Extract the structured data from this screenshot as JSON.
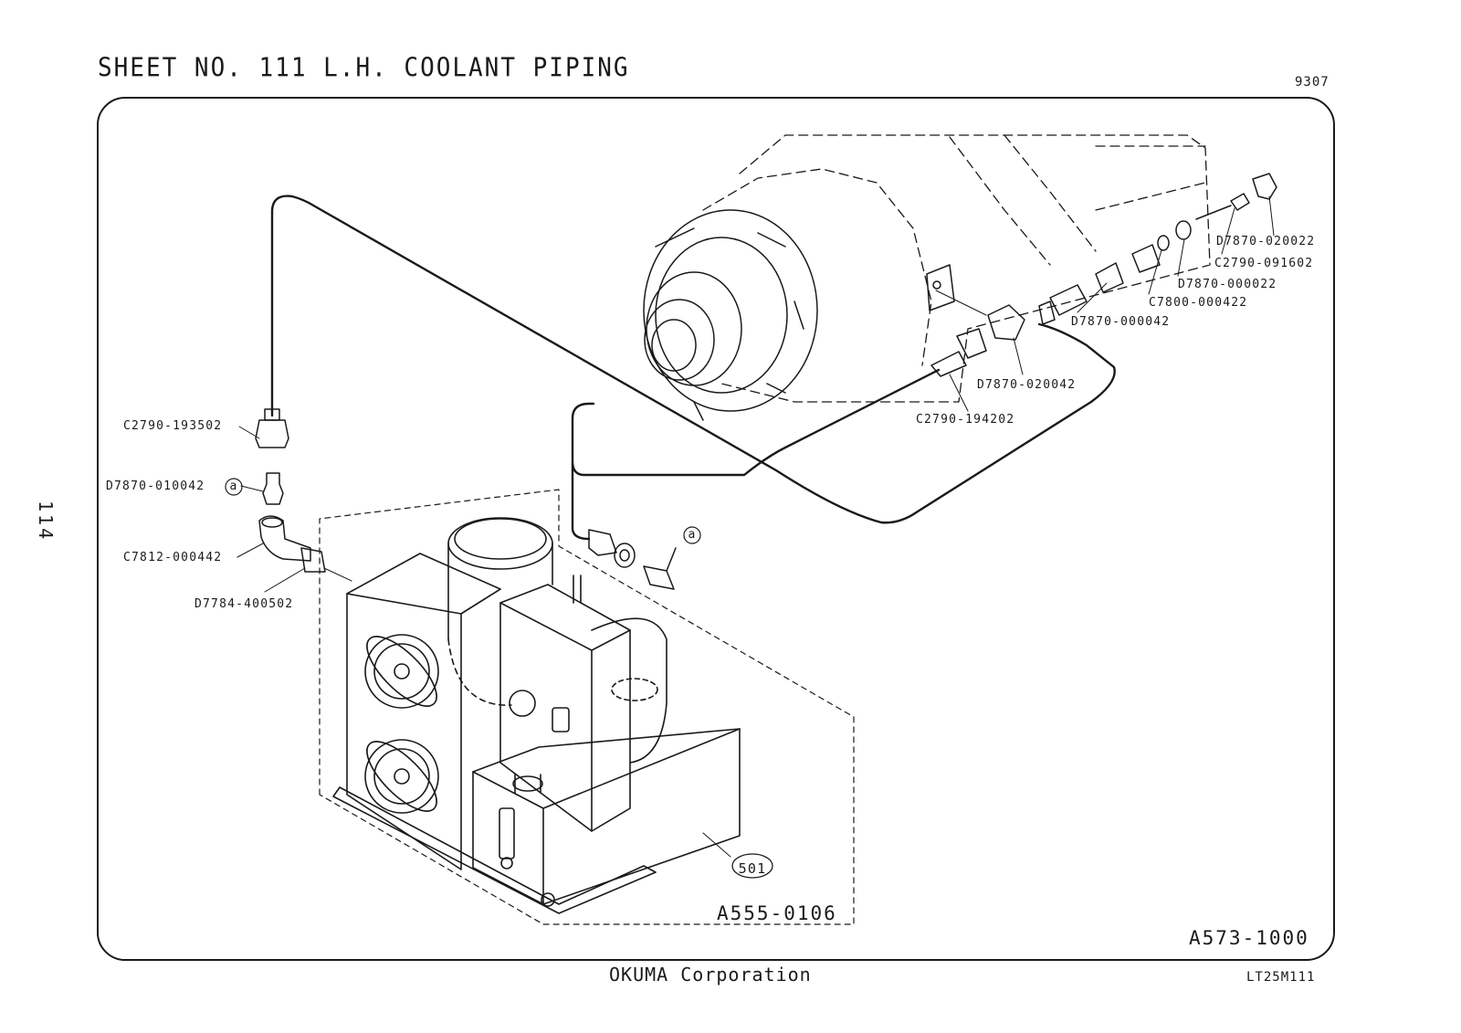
{
  "header": {
    "title": "SHEET NO. 111  L.H. COOLANT PIPING",
    "code_top_right": "9307",
    "page_number": "114"
  },
  "callouts": [
    {
      "id": "p1",
      "label": "D7870-020022"
    },
    {
      "id": "p2",
      "label": "C2790-091602"
    },
    {
      "id": "p3",
      "label": "D7870-000022"
    },
    {
      "id": "p4",
      "label": "C7800-000422"
    },
    {
      "id": "p5",
      "label": "D7870-000042"
    },
    {
      "id": "p6",
      "label": "D7870-020042"
    },
    {
      "id": "p7",
      "label": "C2790-194202"
    },
    {
      "id": "p8",
      "label": "C2790-193502"
    },
    {
      "id": "p9",
      "label": "D7870-010042"
    },
    {
      "id": "p10",
      "label": "C7812-000442"
    },
    {
      "id": "p11",
      "label": "D7784-400502"
    }
  ],
  "markers": {
    "connector_a": "a",
    "item_501": "501"
  },
  "assembly_codes": {
    "coolant_unit": "A555-0106",
    "main": "A573-1000"
  },
  "footer": {
    "company": "OKUMA Corporation",
    "drawing_id": "LT25M111"
  }
}
